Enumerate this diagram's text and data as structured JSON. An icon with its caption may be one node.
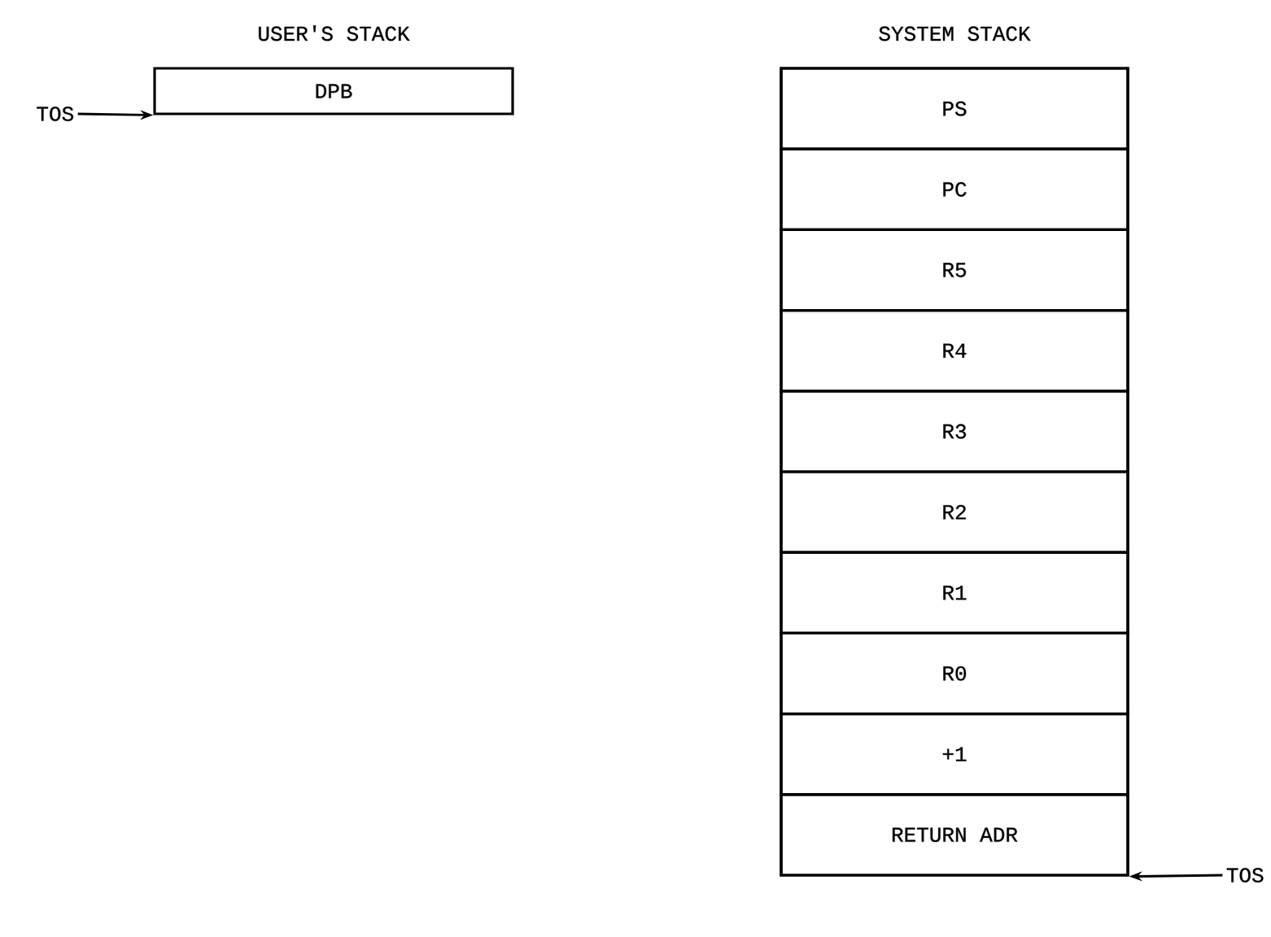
{
  "diagram": {
    "nodes": [
      {
        "text": [
          "USER'S STACK",
          "DPB"
        ]
      },
      {
        "text": [
          "SYSTEM STACK"
        ]
      },
      {
        "text": [
          "PS"
        ],
        "in": 1
      },
      {
        "text": [
          "PC"
        ],
        "in": 1
      },
      {
        "text": [
          "R5"
        ],
        "in": 1
      },
      {
        "text": [
          "R4"
        ],
        "in": 1
      },
      {
        "text": [
          "R3"
        ],
        "in": 1
      },
      {
        "text": [
          "R2"
        ],
        "in": 1
      },
      {
        "text": [
          "R1"
        ],
        "in": 1
      },
      {
        "text": [
          "R0"
        ],
        "in": 1
      },
      {
        "text": [
          "+1"
        ],
        "in": 1
      },
      {
        "text": [
          "RETURN ADR"
        ],
        "in": 1
      },
      {
        "text": [
          "TOS"
        ]
      },
      {
        "text": [
          "TOS"
        ]
      }
    ],
    "edges": [
      {
        "from": 12,
        "to": 0,
        "arrow": "to"
      },
      {
        "from": 13,
        "to": 1,
        "arrow": "to"
      }
    ]
  }
}
